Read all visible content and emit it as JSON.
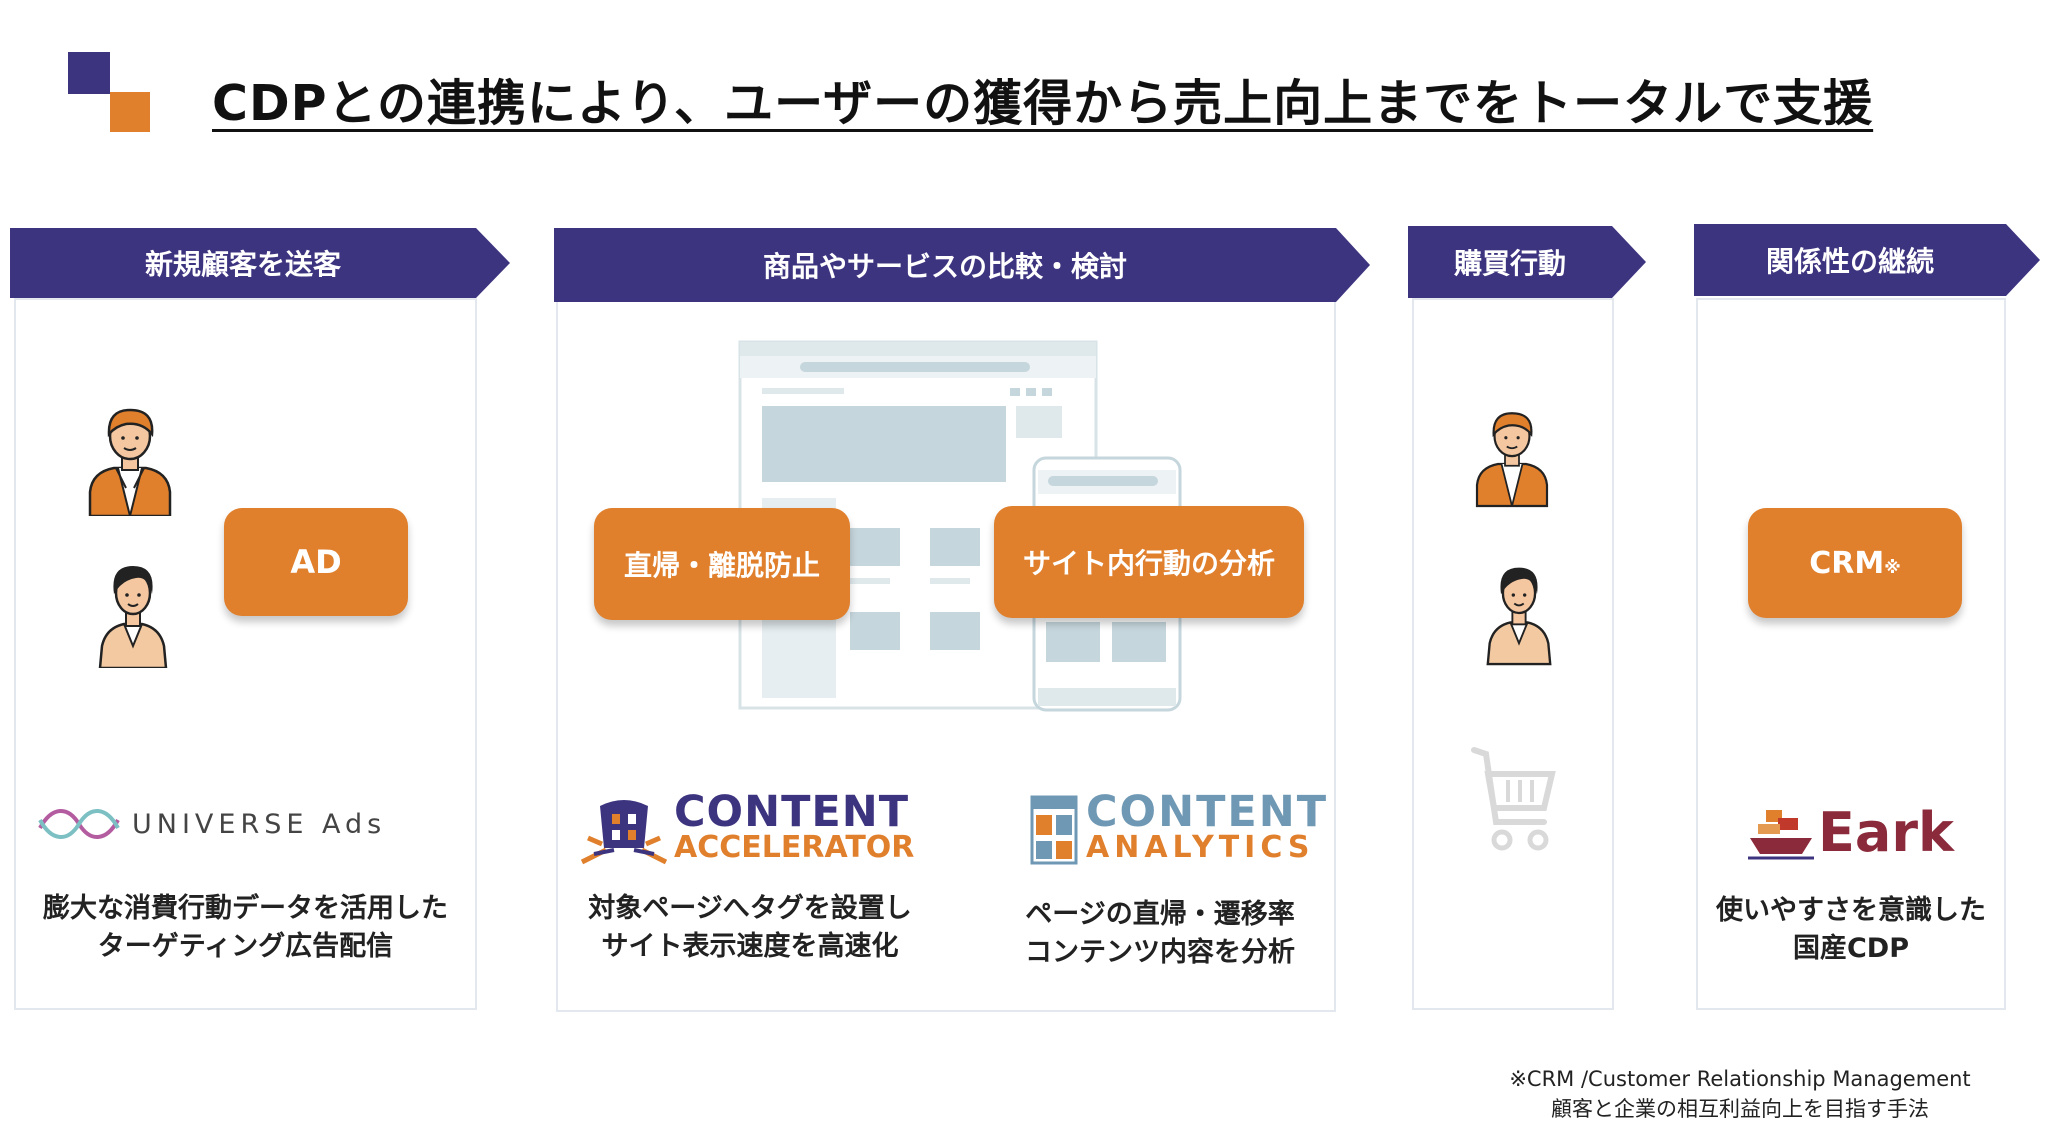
{
  "title": "CDPとの連携により、ユーザーの獲得から売上向上までをトータルで支援",
  "stages": [
    {
      "header": "新規顧客を送客",
      "button": "AD",
      "brand_text": "UNIVERSE Ads",
      "desc": [
        "膨大な消費行動データを活用した",
        "ターゲティング広告配信"
      ]
    },
    {
      "header": "商品やサービスの比較・検討",
      "buttons": [
        "直帰・離脱防止",
        "サイト内行動の分析"
      ],
      "brands": [
        {
          "line1": "CONTENT",
          "line2": "ACCELERATOR",
          "desc": [
            "対象ページへタグを設置し",
            "サイト表示速度を高速化"
          ]
        },
        {
          "line1": "CONTENT",
          "line2": "ANALYTICS",
          "desc": [
            "ページの直帰・遷移率",
            "コンテンツ内容を分析"
          ]
        }
      ]
    },
    {
      "header": "購買行動"
    },
    {
      "header": "関係性の継続",
      "button": "CRM",
      "button_mark": "※",
      "brand_text": "Eark",
      "desc": [
        "使いやすさを意識した",
        "国産CDP"
      ]
    }
  ],
  "footnote": [
    "※CRM /Customer Relationship Management",
    "顧客と企業の相互利益向上を目指す手法"
  ],
  "colors": {
    "purple": "#3d3480",
    "orange": "#e07f2c",
    "wireframe": "#c5d6dc"
  }
}
